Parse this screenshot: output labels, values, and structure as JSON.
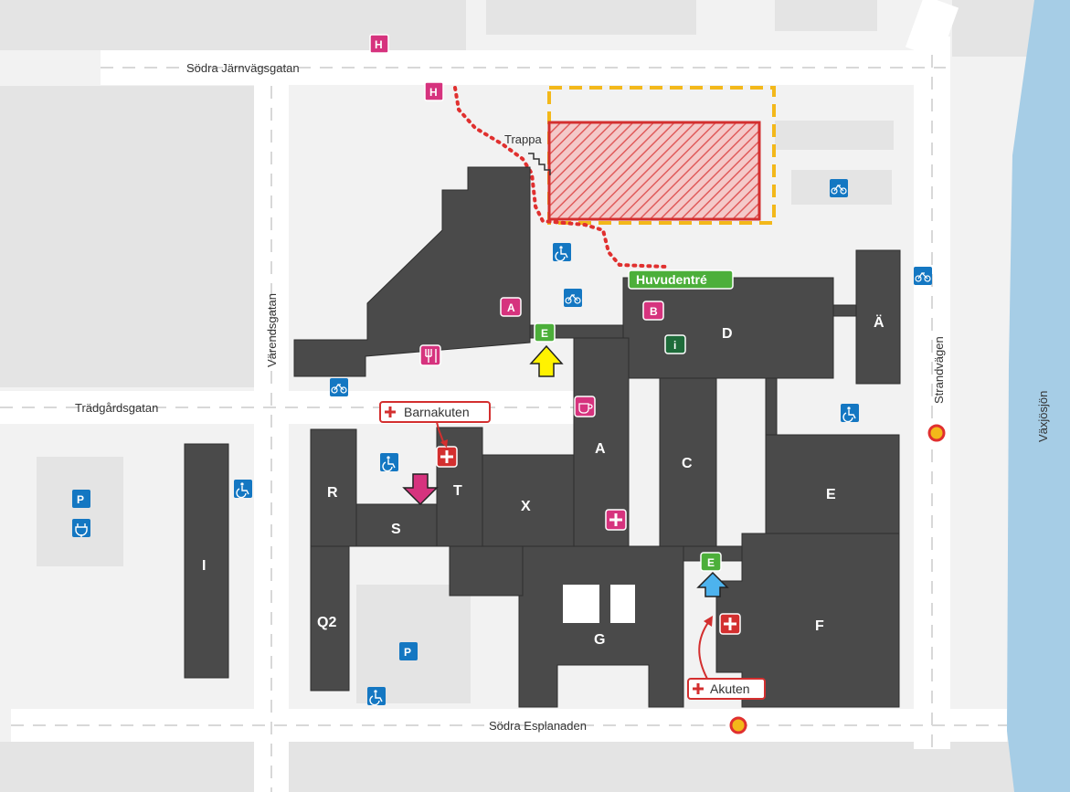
{
  "roads": {
    "sodra_jarnvagsgatan": "Södra Järnvägsgatan",
    "varendsgatan": "Värendsgatan",
    "tradgardsgatan": "Trädgårdsgatan",
    "strandvagen": "Strandvägen",
    "sodra_esplanaden": "Södra Esplanaden"
  },
  "water": {
    "name": "Växjösjön",
    "color": "#a6cde6"
  },
  "buildings": {
    "A_north": "A",
    "A_south": "A",
    "B": "B",
    "D": "D",
    "AE": "Ä",
    "C": "C",
    "E": "E",
    "F": "F",
    "G": "G",
    "X": "X",
    "T": "T",
    "R": "R",
    "S": "S",
    "Q2": "Q2",
    "I": "I"
  },
  "badges": {
    "helipad": "H",
    "entrance": "E",
    "info": "i",
    "parking": "P",
    "building_A": "A",
    "building_B": "B"
  },
  "labels": {
    "main_entrance": "Huvudentré",
    "stairs": "Trappa",
    "pediatric_er": "Barnakuten",
    "emergency": "Akuten"
  },
  "colors": {
    "building": "#4a4a4a",
    "pink": "#d6337e",
    "green": "#4caf3a",
    "dark_green": "#1e6b3a",
    "blue": "#1477c2",
    "red": "#d32f2f",
    "yellow_dash": "#f3b81a",
    "arrow_yellow": "#fff200",
    "arrow_magenta": "#d6337e",
    "arrow_blue": "#4db3ee"
  },
  "icons": [
    "helipad-icon",
    "disabled-parking-icon",
    "bicycle-parking-icon",
    "restaurant-icon",
    "cafe-icon",
    "pharmacy-icon",
    "first-aid-icon",
    "parking-icon",
    "ev-charging-icon",
    "bus-stop-icon",
    "arrow-icon"
  ]
}
